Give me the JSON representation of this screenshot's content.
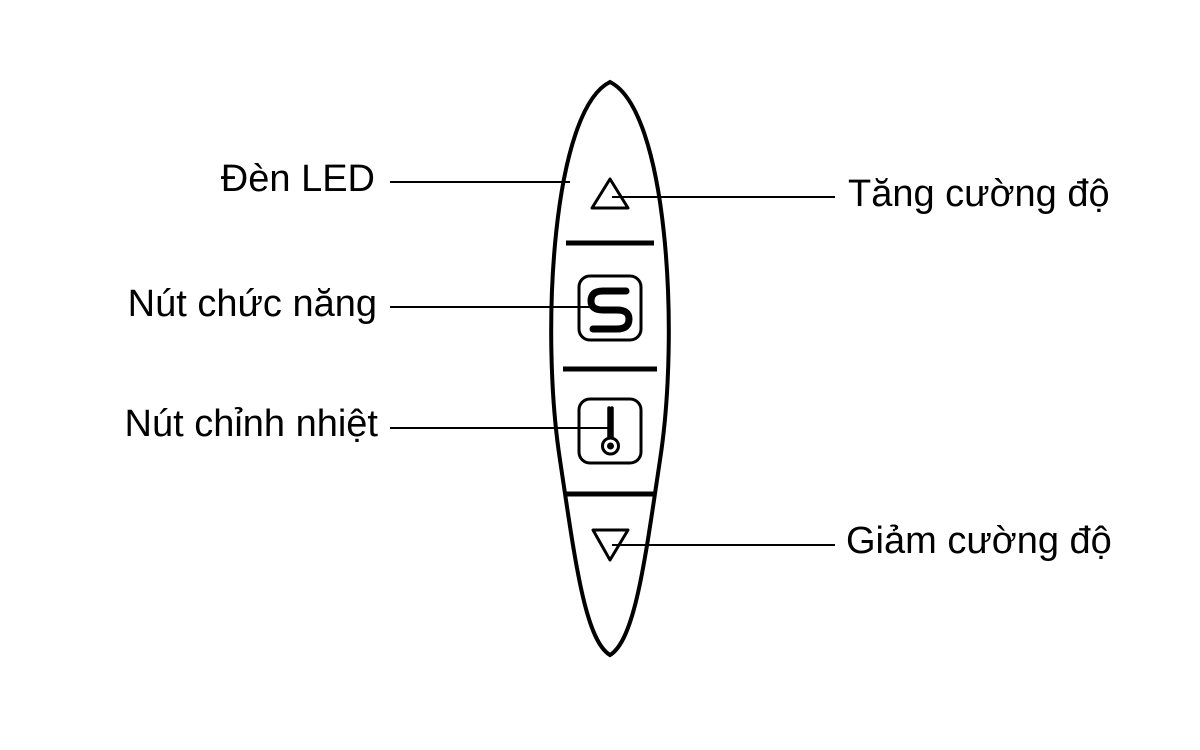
{
  "labels": {
    "led": "Đèn LED",
    "function_button": "Nút chức năng",
    "temp_button": "Nút chỉnh nhiệt",
    "increase": "Tăng cường độ",
    "decrease": "Giảm cường độ"
  },
  "icons": {
    "up": "triangle-up-icon",
    "function": "s-icon",
    "temperature": "thermometer-icon",
    "down": "triangle-down-icon"
  },
  "colors": {
    "stroke": "#000000",
    "background": "#ffffff"
  }
}
